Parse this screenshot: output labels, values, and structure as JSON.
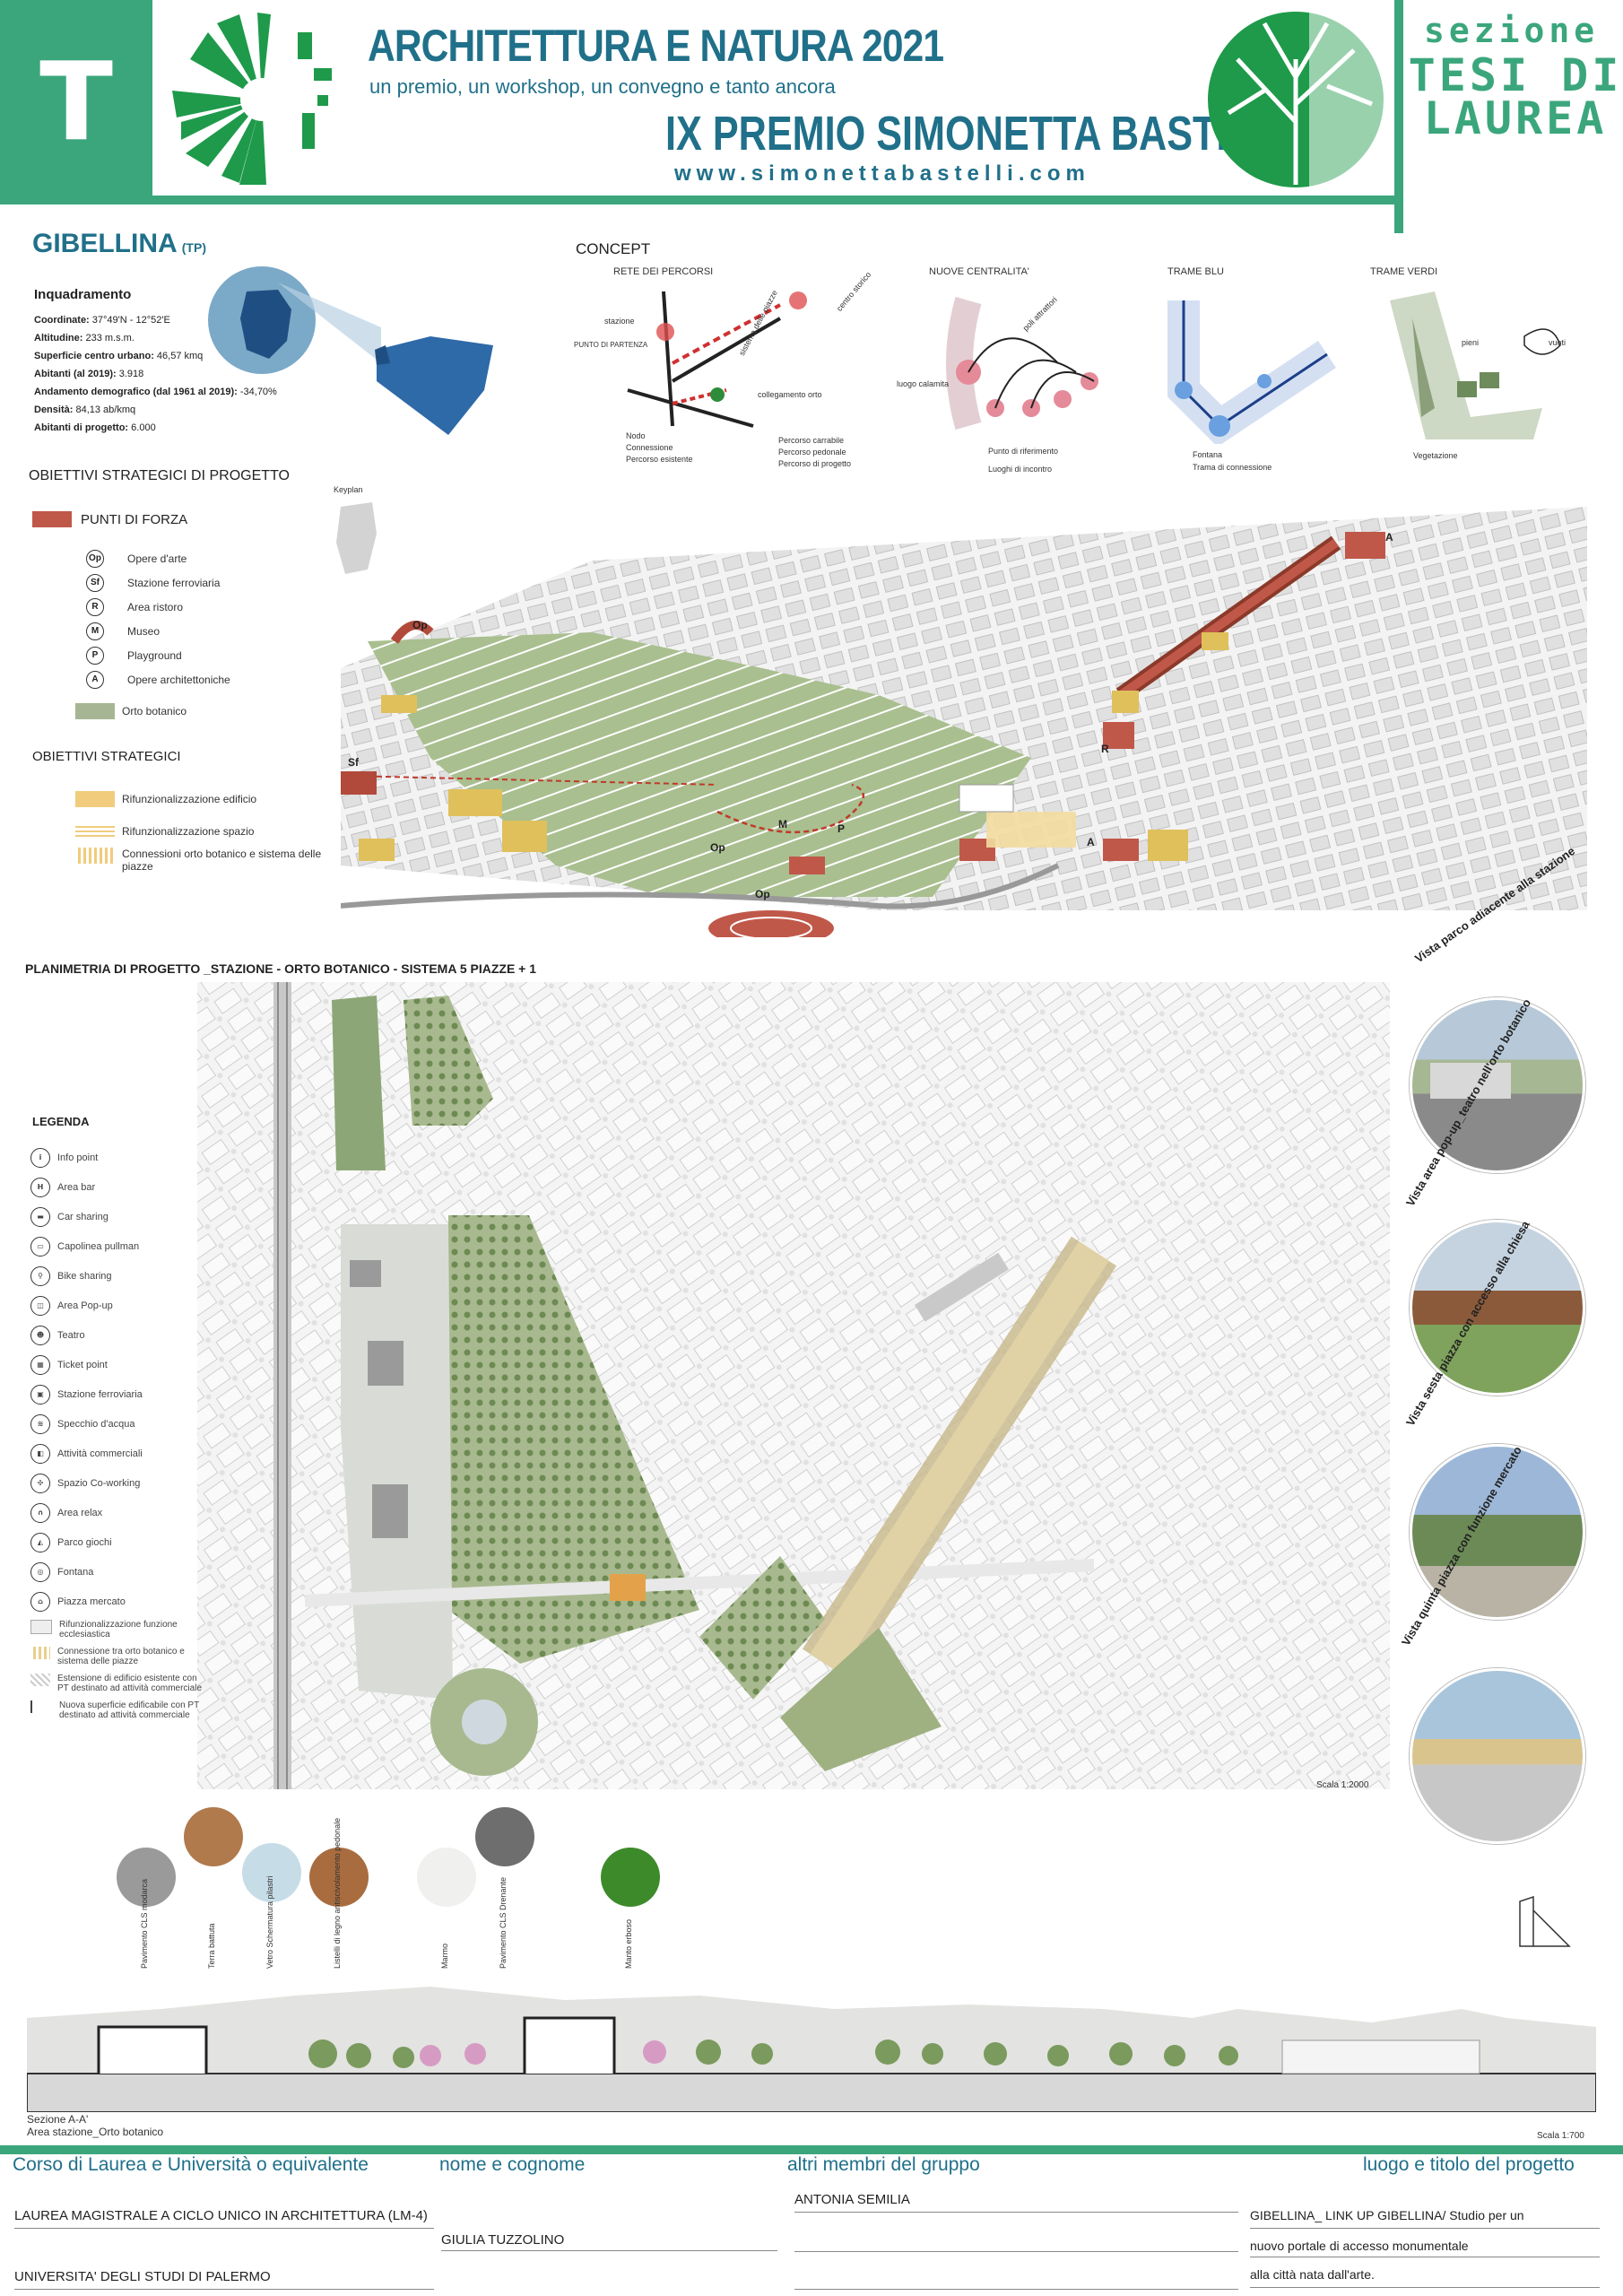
{
  "header": {
    "badge": "T",
    "title": "ARCHITETTURA E NATURA 2021",
    "subtitle": "un premio, un workshop, un convegno e tanto ancora",
    "prize": "IX PREMIO SIMONETTA BASTELLI",
    "website": "www.simonettabastelli.com",
    "section_label": "sezione",
    "section_name": "TESI DI LAUREA",
    "colors": {
      "accent": "#3ba67c",
      "title": "#20708a"
    }
  },
  "location": {
    "name": "GIBELLINA",
    "province": "(TP)",
    "heading": "Inquadramento",
    "facts": [
      {
        "label": "Coordinate:",
        "value": "37°49'N - 12°52'E"
      },
      {
        "label": "Altitudine:",
        "value": "233 m.s.m."
      },
      {
        "label": "Superficie centro urbano:",
        "value": "46,57 kmq"
      },
      {
        "label": "Abitanti (al 2019):",
        "value": "3.918"
      },
      {
        "label": "Andamento demografico (dal 1961 al 2019):",
        "value": "-34,70%"
      },
      {
        "label": "Densità:",
        "value": "84,13 ab/kmq"
      },
      {
        "label": "Abitanti di progetto:",
        "value": "6.000"
      }
    ]
  },
  "concept": {
    "heading": "CONCEPT",
    "panels": [
      {
        "title": "RETE DEI PERCORSI",
        "labels": [
          "stazione",
          "PUNTO DI PARTENZA",
          "sistema delle piazze",
          "centro storico",
          "collegamento orto"
        ]
      },
      {
        "title": "NUOVE CENTRALITA'",
        "labels": [
          "poli attrattori",
          "luogo calamita"
        ]
      },
      {
        "title": "TRAME BLU",
        "labels": []
      },
      {
        "title": "TRAME VERDI",
        "labels": [
          "pieni",
          "vuoti"
        ]
      }
    ],
    "legend1": [
      "Nodo",
      "Connessione",
      "Percorso esistente"
    ],
    "legend2": [
      "Percorso carrabile",
      "Percorso pedonale",
      "Percorso di progetto"
    ],
    "legend3": [
      "Punto di riferimento",
      "Luoghi di incontro"
    ],
    "legend4": [
      "Fontana",
      "Trama di connessione"
    ],
    "legend5": [
      "Vegetazione"
    ]
  },
  "objectives": {
    "heading": "OBIETTIVI STRATEGICI DI PROGETTO",
    "keyplan": "Keyplan",
    "strengths_label": "PUNTI DI FORZA",
    "strengths": [
      {
        "sym": "Op",
        "label": "Opere d'arte"
      },
      {
        "sym": "Sf",
        "label": "Stazione ferroviaria"
      },
      {
        "sym": "R",
        "label": "Area ristoro"
      },
      {
        "sym": "M",
        "label": "Museo"
      },
      {
        "sym": "P",
        "label": "Playground"
      },
      {
        "sym": "A",
        "label": "Opere architettoniche"
      }
    ],
    "orto_label": "Orto botanico",
    "strategic_heading": "OBIETTIVI STRATEGICI",
    "strategic": [
      "Rifunzionalizzazione edificio",
      "Rifunzionalizzazione spazio",
      "Connessioni orto botanico e sistema delle piazze"
    ],
    "map_tags": [
      "Op",
      "Sf",
      "Op",
      "M",
      "P",
      "Op",
      "R",
      "A",
      "A"
    ]
  },
  "plan": {
    "heading": "PLANIMETRIA DI PROGETTO _STAZIONE - ORTO BOTANICO - SISTEMA 5 PIAZZE + 1",
    "legend_heading": "LEGENDA",
    "legend": [
      {
        "icon": "i",
        "label": "Info point"
      },
      {
        "icon": "bar",
        "label": "Area bar"
      },
      {
        "icon": "car",
        "label": "Car sharing"
      },
      {
        "icon": "bus",
        "label": "Capolinea pullman"
      },
      {
        "icon": "bike",
        "label": "Bike sharing"
      },
      {
        "icon": "popup",
        "label": "Area Pop-up"
      },
      {
        "icon": "mask",
        "label": "Teatro"
      },
      {
        "icon": "tkt",
        "label": "Ticket point"
      },
      {
        "icon": "train",
        "label": "Stazione ferroviaria"
      },
      {
        "icon": "water",
        "label": "Specchio d'acqua"
      },
      {
        "icon": "shop",
        "label": "Attività commerciali"
      },
      {
        "icon": "cowork",
        "label": "Spazio Co-working"
      },
      {
        "icon": "relax",
        "label": "Area relax"
      },
      {
        "icon": "play",
        "label": "Parco giochi"
      },
      {
        "icon": "fount",
        "label": "Fontana"
      },
      {
        "icon": "market",
        "label": "Piazza mercato"
      }
    ],
    "legend_swatches": [
      "Rifunzionalizzazione funzione ecclesiastica",
      "Connessione tra orto botanico e sistema delle piazze",
      "Estensione di edificio esistente con PT destinato ad attività commerciale",
      "Nuova superficie edificabile con PT destinato ad attività commerciale"
    ],
    "scale": "Scala 1:2000"
  },
  "views": [
    "Vista parco adiacente alla stazione",
    "Vista area pop-up_teatro nell'orto botanico",
    "Vista sesta piazza con accesso alla chiesa",
    "Vista quinta piazza con funzione mercato"
  ],
  "materials": [
    {
      "label": "Pavimento CLS modarca",
      "color": "#9a9a9a"
    },
    {
      "label": "Terra battuta",
      "color": "#b07a4c"
    },
    {
      "label": "Vetro Schermatura pilastri",
      "color": "#c6dde8"
    },
    {
      "label": "Listelli di legno antiscivolamento pedonale",
      "color": "#a86c3f"
    },
    {
      "label": "Marmo",
      "color": "#f0f0ee"
    },
    {
      "label": "Pavimento CLS Drenante",
      "color": "#6e6e6e"
    },
    {
      "label": "Manto erboso",
      "color": "#3d8a2a"
    }
  ],
  "section": {
    "title": "Sezione A-A'",
    "subtitle": "Area stazione_Orto botanico",
    "scale": "Scala 1:700"
  },
  "footer": {
    "col1_label": "Corso di Laurea e Università o equivalente",
    "col2_label": "nome e cognome",
    "col3_label": "altri membri del gruppo",
    "col4_label": "luogo e titolo del progetto",
    "degree": "LAUREA MAGISTRALE A CICLO UNICO IN ARCHITETTURA (LM-4)",
    "university": "UNIVERSITA' DEGLI STUDI DI PALERMO",
    "author": "GIULIA TUZZOLINO",
    "members": [
      "ANTONIA SEMILIA"
    ],
    "project_title_lines": [
      "GIBELLINA_ LINK UP GIBELLINA/ Studio per un",
      "nuovo portale di accesso monumentale",
      "alla città nata dall'arte."
    ]
  }
}
